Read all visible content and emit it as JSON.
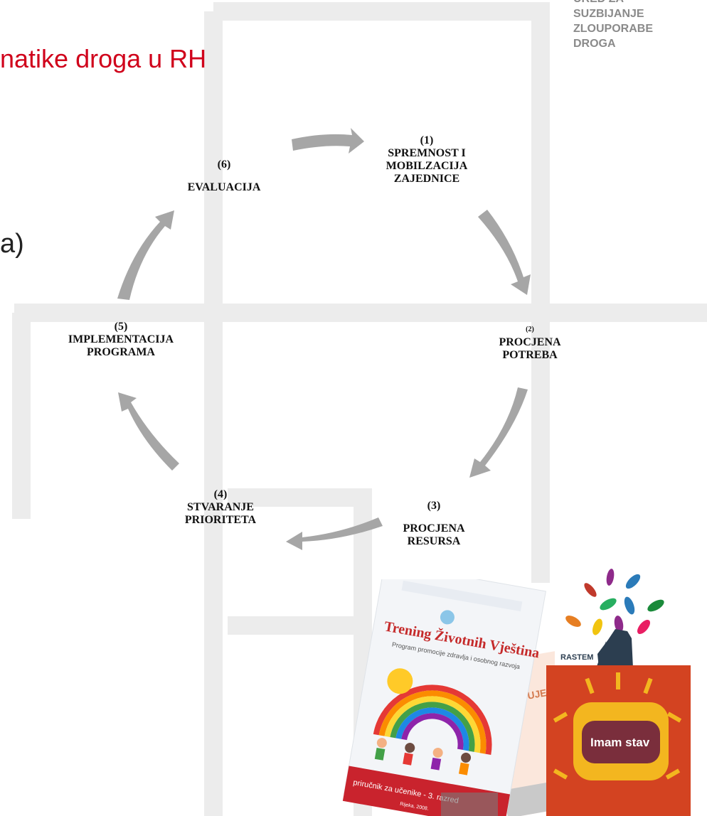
{
  "header": {
    "title_fragment": "natike droga u RH",
    "side_fragment": "a)"
  },
  "office": {
    "lines": [
      "URED ZA",
      "SUZBIJANJE",
      "ZLOUPORABE",
      "DROGA"
    ]
  },
  "cycle": {
    "stages": [
      {
        "num": "(1)",
        "lines": [
          "SPREMNOST  I",
          "MOBILZACIJA",
          "ZAJEDNICE"
        ]
      },
      {
        "num": "(2)",
        "lines": [
          "PROCJENA",
          "POTREBA"
        ]
      },
      {
        "num": "(3)",
        "lines": [
          "PROCJENA",
          "RESURSA"
        ]
      },
      {
        "num": "(4)",
        "lines": [
          "STVARANJE",
          "PRIORITETA"
        ]
      },
      {
        "num": "(5)",
        "lines": [
          "IMPLEMENTACIJA",
          "PROGRAMA"
        ]
      },
      {
        "num": "(6)",
        "lines": [
          "EVALUACIJA"
        ]
      }
    ]
  },
  "images": {
    "book": {
      "title": "Trening Životnih Vještina",
      "subtitle": "Program promocije zdravlja i osobnog razvoja",
      "footer": "priručnik za učenike - 3. razred",
      "place": "Rijeka, 2008."
    },
    "rastem_logo": "RASTEM",
    "imam_stav": "Imam stav"
  },
  "colors": {
    "title_red": "#d0021b",
    "arrow_gray": "#a6a6a6",
    "office_gray": "#8a8a8a",
    "watermark_gray": "#ececec"
  }
}
